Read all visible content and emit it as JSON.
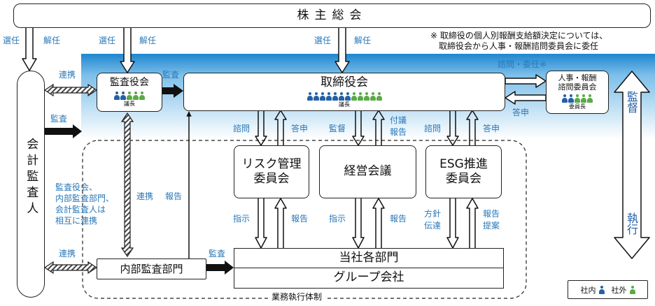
{
  "colors": {
    "inside": "#2461a6",
    "outside": "#5aaa46",
    "label_blue": "#2a78b8",
    "gradient_top": "#bfe0f5",
    "gradient_bottom": "#1e86d0"
  },
  "shareholders": "株主総会",
  "note": [
    "※ 取締役の個人別報酬支給額決定については、",
    "取締役会から人事・報酬諮問委員会に委任"
  ],
  "labels": {
    "appoint": "選任",
    "dismiss": "解任",
    "cooperation": "連携",
    "audit": "監査",
    "consult": "諮問",
    "report_back": "答申",
    "supervise": "監督",
    "submit_report": [
      "付議",
      "報告"
    ],
    "report": "報告",
    "instruct": "指示",
    "policy": [
      "方針",
      "伝達"
    ],
    "proposal": [
      "報告",
      "提案"
    ],
    "consult_delegate": "諮問・委任※",
    "mutual_note": [
      "監査役会、",
      "内部監査部門、",
      "会計監査人は",
      "相互に連携"
    ],
    "oversight": "監督",
    "execution": "執行"
  },
  "boards": {
    "auditors": {
      "title": "監査役会",
      "chair": "議長",
      "inside": 2,
      "outside": 3
    },
    "directors": {
      "title": "取締役会",
      "chair": "議長",
      "inside": 7,
      "outside": 5
    },
    "nomination": {
      "title": [
        "人事・報酬",
        "諮問委員会"
      ],
      "chair": "委員長",
      "inside": 2,
      "outside": 3
    }
  },
  "auditor": "会計監査人",
  "committees": {
    "risk": [
      "リスク管理",
      "委員会"
    ],
    "management": "経営会議",
    "esg": [
      "ESG推進",
      "委員会"
    ]
  },
  "internal_audit": "内部監査部門",
  "departments": "当社各部門",
  "group": "グループ会社",
  "execution_system": "業務執行体制",
  "legend": {
    "inside": "社内",
    "outside": "社外"
  }
}
